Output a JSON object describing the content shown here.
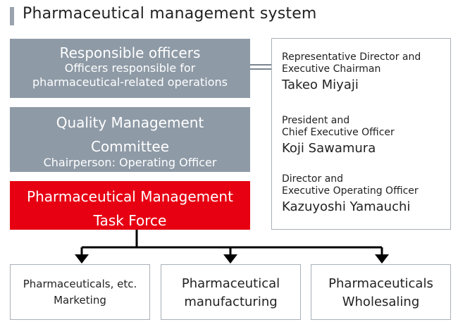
{
  "title": "Pharmaceutical management system",
  "hierarchy": [
    {
      "line1": "Responsible officers",
      "line2": "Officers responsible for",
      "line3": "pharmaceutical-related operations"
    },
    {
      "line1": "Quality Management",
      "line2": "Committee",
      "line3": "Chairperson: Operating Officer"
    },
    {
      "line1": "Pharmaceutical Management",
      "line2": "Task Force"
    }
  ],
  "officers": [
    {
      "role1": "Representative Director and",
      "role2": "Executive Chairman",
      "name": "Takeo Miyaji"
    },
    {
      "role1": "President and",
      "role2": "Chief Executive Officer",
      "name": "Koji Sawamura"
    },
    {
      "role1": "Director and",
      "role2": "Executive Operating Officer",
      "name": "Kazuyoshi Yamauchi"
    }
  ],
  "destinations": [
    {
      "line1": "Pharmaceuticals, etc.",
      "line2": "Marketing"
    },
    {
      "line1": "Pharmaceutical",
      "line2": "manufacturing"
    },
    {
      "line1": "Pharmaceuticals",
      "line2": "Wholesaling"
    }
  ],
  "colors": {
    "gray_box": "#8e9aa6",
    "red_box": "#e60012",
    "border": "#a8b0b8",
    "title_accent": "#9aa3ad"
  }
}
